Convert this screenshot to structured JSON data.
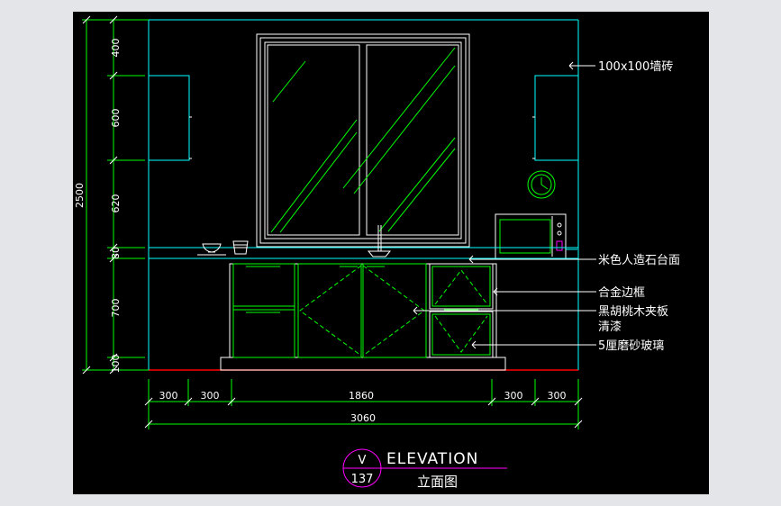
{
  "colors": {
    "background": "#000000",
    "outline": "#00ffff",
    "detail": "#00ff00",
    "text": "#ffffff",
    "floor": "#ff0000",
    "accent": "#ff00ff",
    "chrome": "#e3e5e9"
  },
  "dimensions": {
    "vertical_segments": [
      "400",
      "600",
      "620",
      "80",
      "700",
      "100"
    ],
    "vertical_total": "2500",
    "horizontal_segments": [
      "300",
      "300",
      "1860",
      "300",
      "300"
    ],
    "horizontal_total": "3060"
  },
  "annotations": {
    "tile": "100x100墙砖",
    "countertop": "米色人造石台面",
    "alloy_frame": "合金边框",
    "walnut_line1": "黑胡桃木夹板",
    "walnut_line2": "清漆",
    "frosted_glass": "5厘磨砂玻璃"
  },
  "title_block": {
    "label": "ELEVATION",
    "subtitle": "立面图",
    "bubble_letter": "V",
    "bubble_number": "137"
  }
}
